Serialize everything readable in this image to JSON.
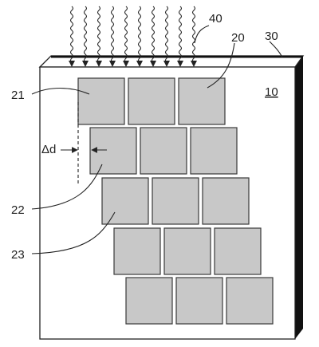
{
  "labels": {
    "arrows_ref": "40",
    "tile_ref": "20",
    "layer_ref": "30",
    "substrate_ref": "10",
    "row1_ref": "21",
    "row2_ref": "22",
    "row3_ref": "23",
    "offset": "Δd"
  },
  "colors": {
    "tile_fill": "#c8c8c8",
    "tile_stroke": "#3a3a3a",
    "panel_fill": "#ffffff",
    "panel_shadow": "#111111",
    "line": "#222222"
  },
  "icons": {
    "incoming_arrow": "wavy-down-arrow",
    "offset_arrow": "left-arrow"
  }
}
